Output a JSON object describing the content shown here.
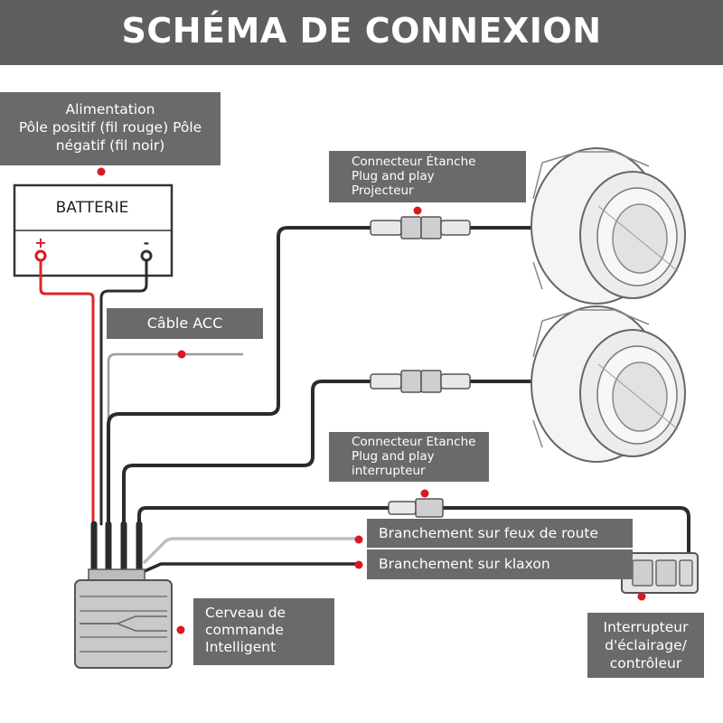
{
  "header": {
    "title": "SCHÉMA DE CONNEXION"
  },
  "battery": {
    "label": "BATTERIE",
    "positive_sign": "+",
    "negative_sign": "-"
  },
  "labels": {
    "power": {
      "lines": [
        "Alimentation",
        "Pôle positif (fil rouge) Pôle",
        "négatif (fil noir)"
      ]
    },
    "connector_projector": {
      "lines": [
        "Connecteur Étanche",
        "Plug and play",
        "Projecteur"
      ]
    },
    "connector_switch": {
      "lines": [
        "Connecteur Etanche",
        "Plug and play",
        "interrupteur"
      ]
    },
    "acc_cable": {
      "text": "Câble ACC"
    },
    "high_beam": {
      "text": "Branchement sur feux de route"
    },
    "horn": {
      "text": "Branchement sur klaxon"
    },
    "control_brain": {
      "lines": [
        "Cerveau de",
        "commande",
        "Intelligent"
      ]
    },
    "light_switch": {
      "lines": [
        "Interrupteur",
        "d'éclairage/",
        "contrôleur"
      ]
    }
  },
  "colors": {
    "header_bg": "#5f5f5f",
    "label_bg": "#6a6a6a",
    "label_text": "#ffffff",
    "wire_dark": "#2b2b2b",
    "wire_red": "#e02424",
    "wire_light": "#bdbdbd",
    "marker_red": "#d71920"
  },
  "icons": [
    "battery-icon",
    "projector-lamp-icon",
    "connector-icon",
    "control-module-icon",
    "switch-panel-icon"
  ]
}
